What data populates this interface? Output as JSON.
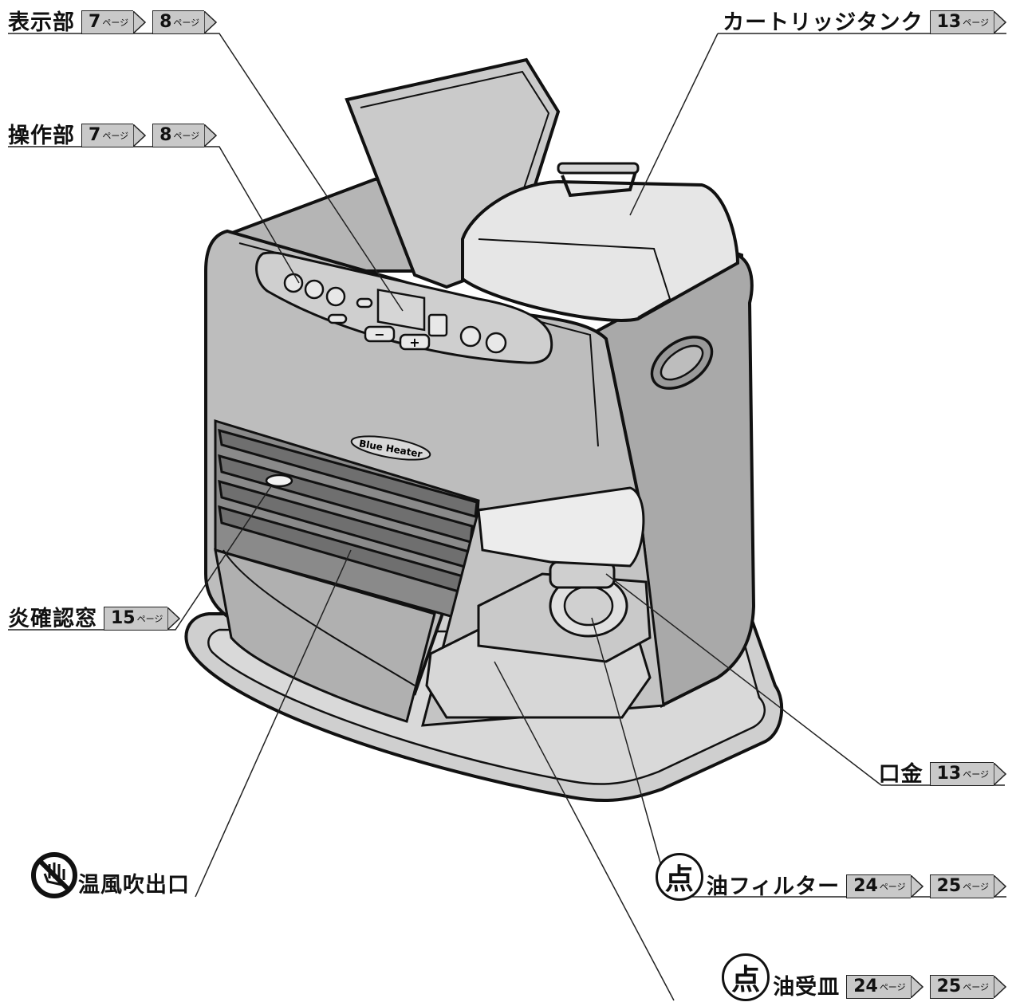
{
  "labels": {
    "display": {
      "text": "表示部",
      "refs": [
        {
          "num": "7",
          "unit": "ページ"
        },
        {
          "num": "8",
          "unit": "ページ"
        }
      ]
    },
    "operation": {
      "text": "操作部",
      "refs": [
        {
          "num": "7",
          "unit": "ページ"
        },
        {
          "num": "8",
          "unit": "ページ"
        }
      ]
    },
    "cartridge": {
      "text": "カートリッジタンク",
      "refs": [
        {
          "num": "13",
          "unit": "ページ"
        }
      ]
    },
    "flame_window": {
      "text": "炎確認窓",
      "refs": [
        {
          "num": "15",
          "unit": "ページ"
        }
      ]
    },
    "cap": {
      "text": "口金",
      "refs": [
        {
          "num": "13",
          "unit": "ページ"
        }
      ]
    },
    "hot_air": {
      "text": "温風吹出口"
    },
    "oil_filter": {
      "badge": "点",
      "text": "油フィルター",
      "refs": [
        {
          "num": "24",
          "unit": "ページ"
        },
        {
          "num": "25",
          "unit": "ページ"
        }
      ]
    },
    "oil_tray": {
      "badge": "点",
      "text": "油受皿",
      "refs": [
        {
          "num": "24",
          "unit": "ページ"
        },
        {
          "num": "25",
          "unit": "ページ"
        }
      ]
    }
  },
  "heater": {
    "brand": "Blue Heater",
    "minus": "−",
    "plus": "+"
  },
  "colors": {
    "body": "#bdbdbd",
    "body_dark": "#8f8f8f",
    "louver": "#7d7d7d",
    "tank": "#e6e6e6",
    "outline": "#111111",
    "ref_bg": "#c9c9c9"
  },
  "icons": [
    "no-touch-hand-icon"
  ]
}
